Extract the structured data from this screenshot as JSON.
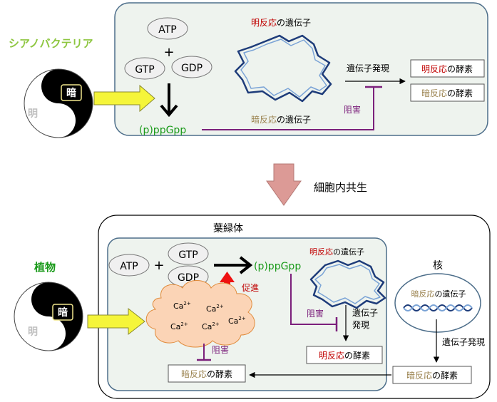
{
  "top": {
    "organism": "シアノバクテリア",
    "dark": "暗",
    "light": "明",
    "atp": "ATP",
    "plus": "+",
    "gtp": "GTP",
    "gdp": "GDP",
    "ppgpp": "(p)ppGpp",
    "light_genes": {
      "red": "明反応",
      "rest": "の遺伝子"
    },
    "dark_genes": {
      "tan": "暗反応",
      "rest": "の遺伝子"
    },
    "expression": "遺伝子発現",
    "inhibition": "阻害",
    "light_enzymes": {
      "red": "明反応",
      "rest": "の酵素"
    },
    "dark_enzymes": {
      "tan": "暗反応",
      "rest": "の酵素"
    }
  },
  "middle": {
    "endosymbiosis": "細胞内共生"
  },
  "bottom": {
    "organism": "植物",
    "dark": "暗",
    "light": "明",
    "chloroplast": "葉緑体",
    "nucleus": "核",
    "atp": "ATP",
    "plus": "+",
    "gtp": "GTP",
    "gdp": "GDP",
    "ppgpp": "(p)ppGpp",
    "promotion": "促進",
    "inhibition1": "阻害",
    "inhibition2": "阻害",
    "ca_ions": [
      "Ca",
      "Ca",
      "Ca",
      "Ca",
      "Ca"
    ],
    "ca_charge": "2+",
    "light_genes": {
      "red": "明反応",
      "rest": "の遺伝子"
    },
    "expression_line1": "遺伝子",
    "expression_line2": "発現",
    "light_enzymes": {
      "red": "明反応",
      "rest": "の酵素"
    },
    "dark_genes_nuc": {
      "tan": "暗反応",
      "rest": "の遺伝子"
    },
    "expression_nuc": "遺伝子発現",
    "dark_enzymes_nuc": {
      "tan": "暗反応",
      "rest": "の酵素"
    },
    "dark_enzymes_chl": {
      "tan": "暗反応",
      "rest": "の酵素"
    }
  },
  "colors": {
    "green_text": "#8dc63f",
    "green_ppgpp": "#1a9a1a",
    "red_text": "#c00000",
    "tan_text": "#9c8451",
    "purple": "#7b1f7b",
    "panel_fill": "#eef3ee",
    "panel_stroke": "#4d6e8a",
    "yellow_arrow": "#f5f53a",
    "red_arrow": "#ee1111",
    "pink_arrow": "#dc9a96",
    "cloud_fill": "#fbd4b6",
    "dna_blue": "#1e3c7a"
  }
}
